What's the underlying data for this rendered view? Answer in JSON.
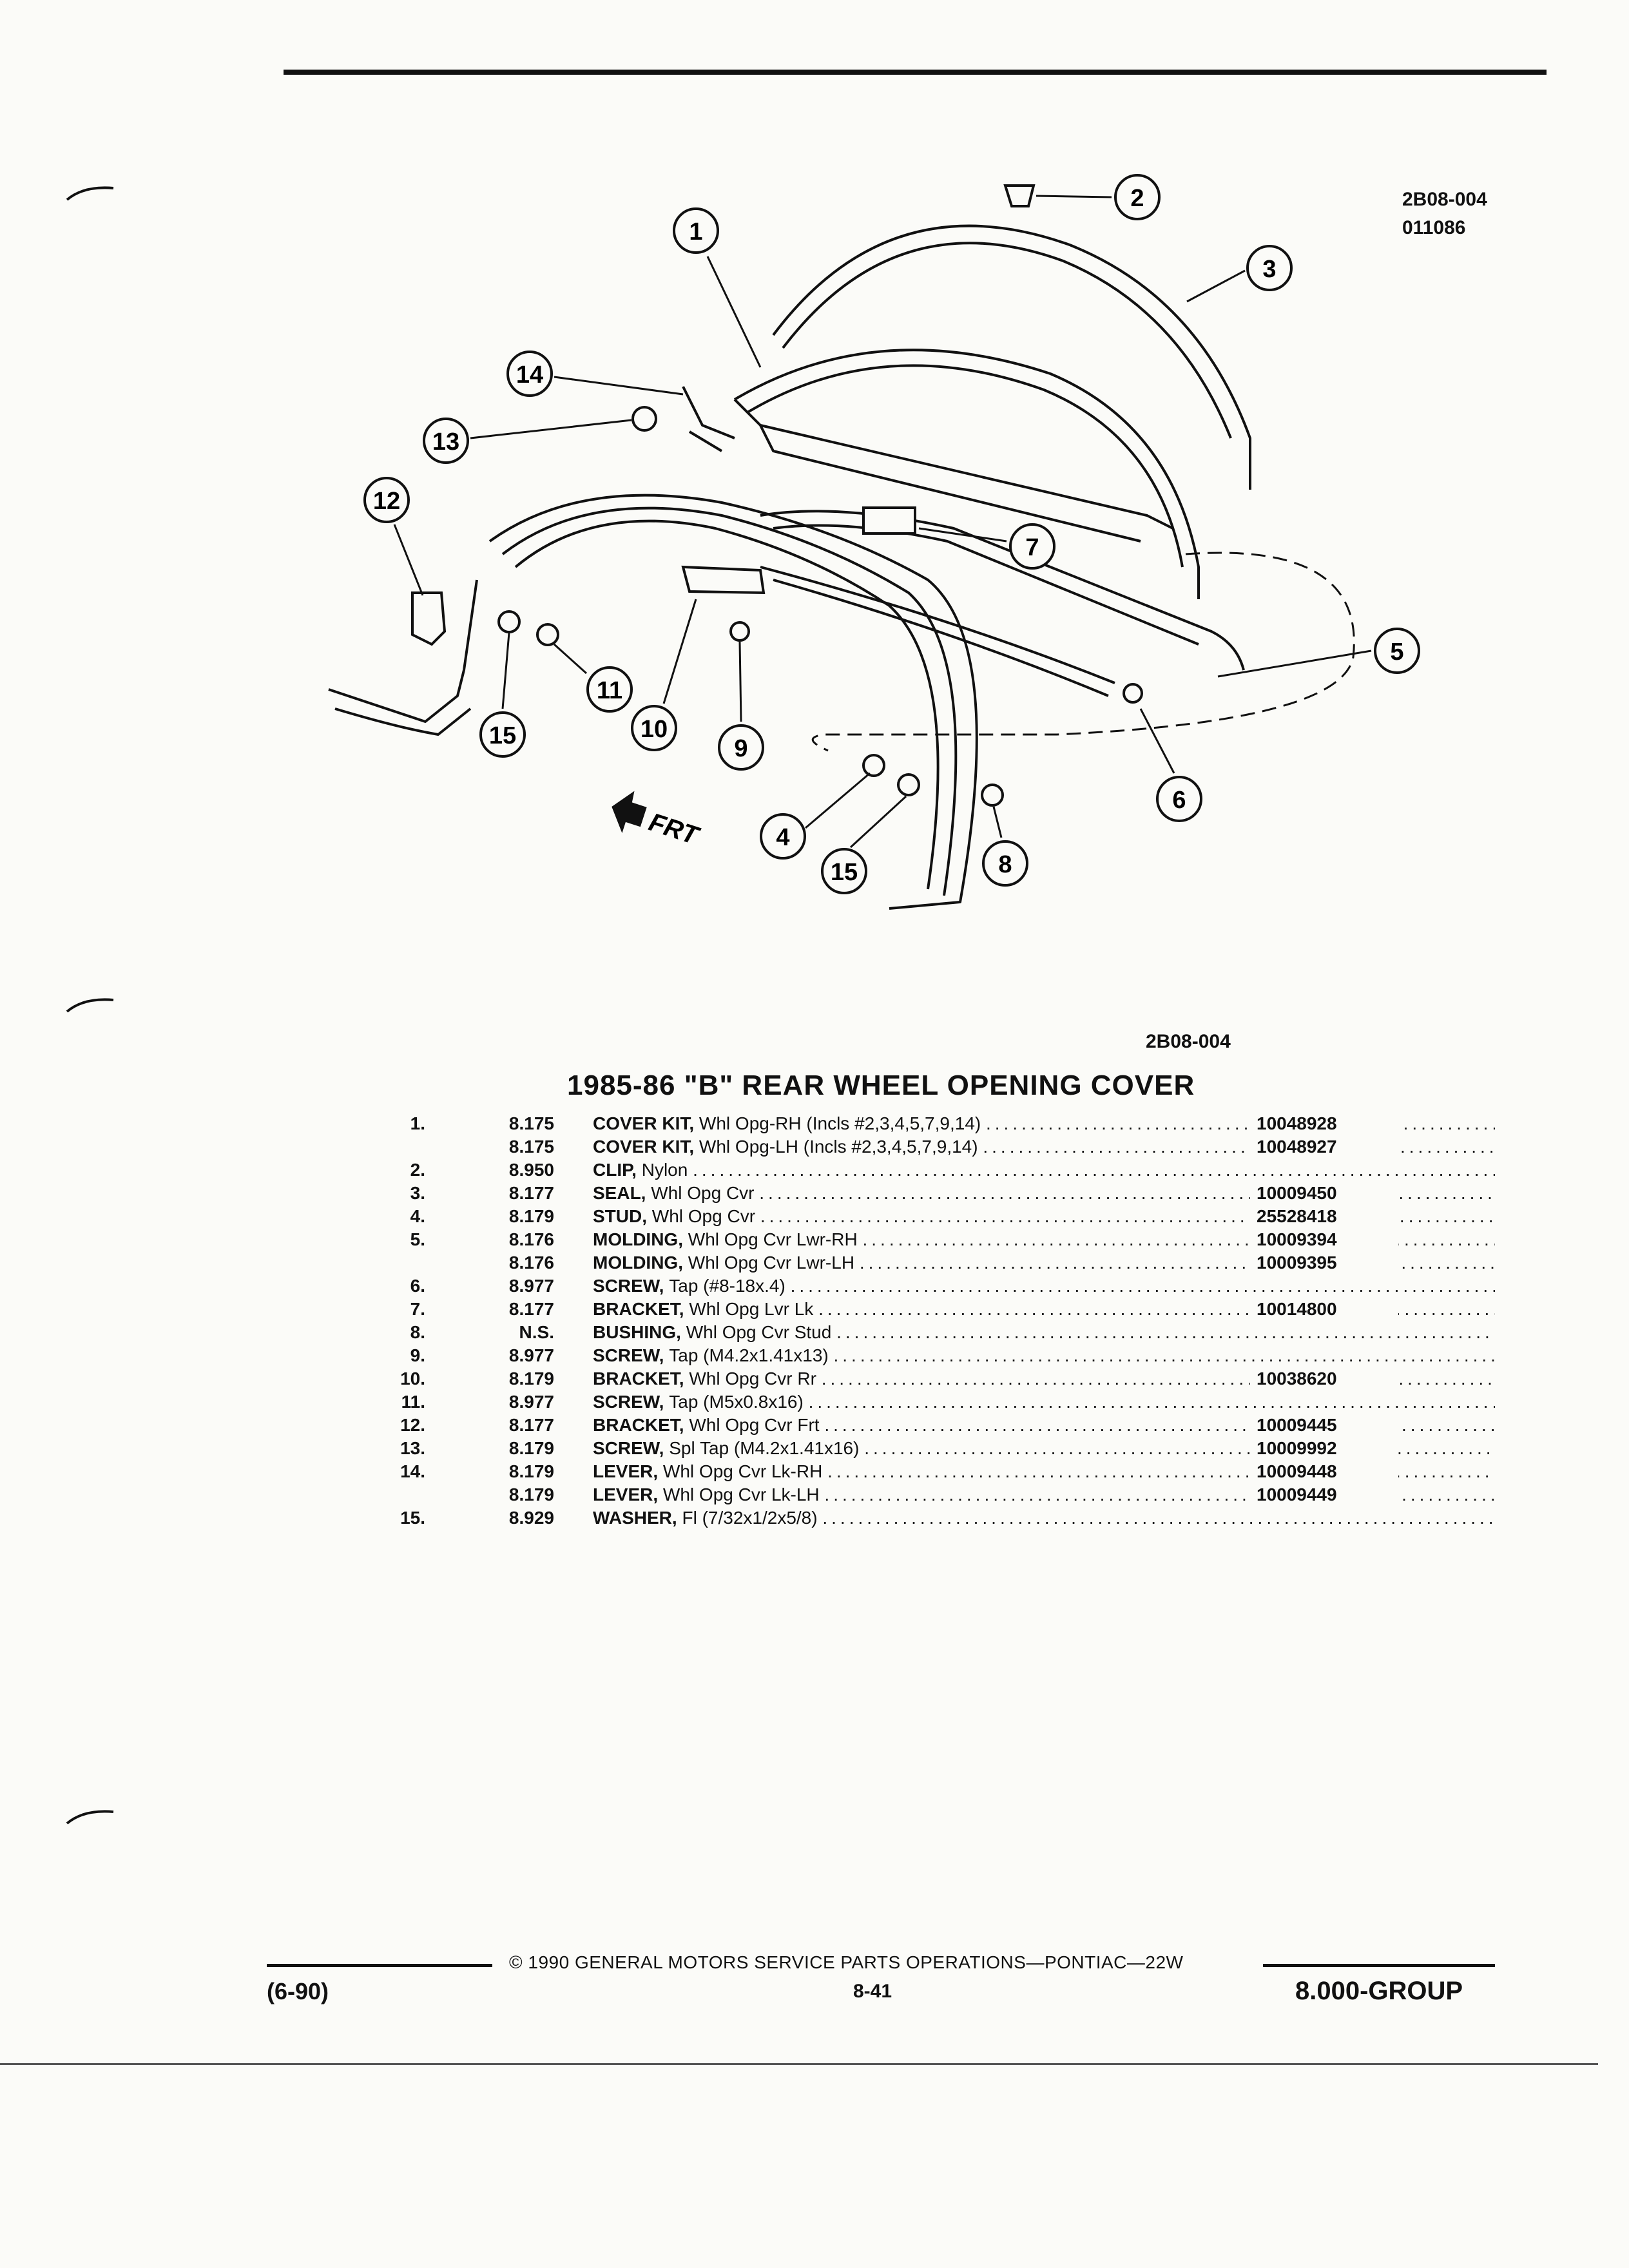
{
  "figure": {
    "id_code": "2B08-004",
    "id_date": "011086",
    "ref": "2B08-004",
    "direction_label": "FRT",
    "callouts": [
      "1",
      "2",
      "3",
      "4",
      "5",
      "6",
      "7",
      "8",
      "9",
      "10",
      "11",
      "12",
      "13",
      "14",
      "15",
      "15"
    ]
  },
  "section_title": "1985-86 \"B\" REAR WHEEL OPENING COVER",
  "parts": [
    {
      "item": "1.",
      "group": "8.175",
      "name": "COVER KIT,",
      "desc": "Whl Opg-RH (Incls #2,3,4,5,7,9,14)",
      "part_no": "10048928"
    },
    {
      "item": "",
      "group": "8.175",
      "name": "COVER KIT,",
      "desc": "Whl Opg-LH (Incls #2,3,4,5,7,9,14)",
      "part_no": "10048927"
    },
    {
      "item": "2.",
      "group": "8.950",
      "name": "CLIP,",
      "desc": "Nylon",
      "part_no": ""
    },
    {
      "item": "3.",
      "group": "8.177",
      "name": "SEAL,",
      "desc": "Whl Opg Cvr",
      "part_no": "10009450"
    },
    {
      "item": "4.",
      "group": "8.179",
      "name": "STUD,",
      "desc": "Whl Opg Cvr",
      "part_no": "25528418"
    },
    {
      "item": "5.",
      "group": "8.176",
      "name": "MOLDING,",
      "desc": "Whl Opg Cvr Lwr-RH",
      "part_no": "10009394"
    },
    {
      "item": "",
      "group": "8.176",
      "name": "MOLDING,",
      "desc": "Whl Opg Cvr Lwr-LH",
      "part_no": "10009395"
    },
    {
      "item": "6.",
      "group": "8.977",
      "name": "SCREW,",
      "desc": "Tap (#8-18x.4)",
      "part_no": ""
    },
    {
      "item": "7.",
      "group": "8.177",
      "name": "BRACKET,",
      "desc": "Whl Opg Lvr Lk",
      "part_no": "10014800"
    },
    {
      "item": "8.",
      "group": "N.S.",
      "name": "BUSHING,",
      "desc": "Whl Opg Cvr Stud",
      "part_no": ""
    },
    {
      "item": "9.",
      "group": "8.977",
      "name": "SCREW,",
      "desc": "Tap (M4.2x1.41x13)",
      "part_no": ""
    },
    {
      "item": "10.",
      "group": "8.179",
      "name": "BRACKET,",
      "desc": "Whl Opg Cvr Rr",
      "part_no": "10038620"
    },
    {
      "item": "11.",
      "group": "8.977",
      "name": "SCREW,",
      "desc": "Tap (M5x0.8x16)",
      "part_no": ""
    },
    {
      "item": "12.",
      "group": "8.177",
      "name": "BRACKET,",
      "desc": "Whl Opg Cvr Frt",
      "part_no": "10009445"
    },
    {
      "item": "13.",
      "group": "8.179",
      "name": "SCREW,",
      "desc": "Spl Tap (M4.2x1.41x16)",
      "part_no": "10009992"
    },
    {
      "item": "14.",
      "group": "8.179",
      "name": "LEVER,",
      "desc": "Whl Opg Cvr Lk-RH",
      "part_no": "10009448"
    },
    {
      "item": "",
      "group": "8.179",
      "name": "LEVER,",
      "desc": "Whl Opg Cvr Lk-LH",
      "part_no": "10009449"
    },
    {
      "item": "15.",
      "group": "8.929",
      "name": "WASHER,",
      "desc": "Fl (7/32x1/2x5/8)",
      "part_no": ""
    }
  ],
  "footer": {
    "copyright": "© 1990 GENERAL MOTORS SERVICE PARTS OPERATIONS—PONTIAC—22W",
    "date": "(6-90)",
    "page": "8-41",
    "group": "8.000-GROUP"
  }
}
